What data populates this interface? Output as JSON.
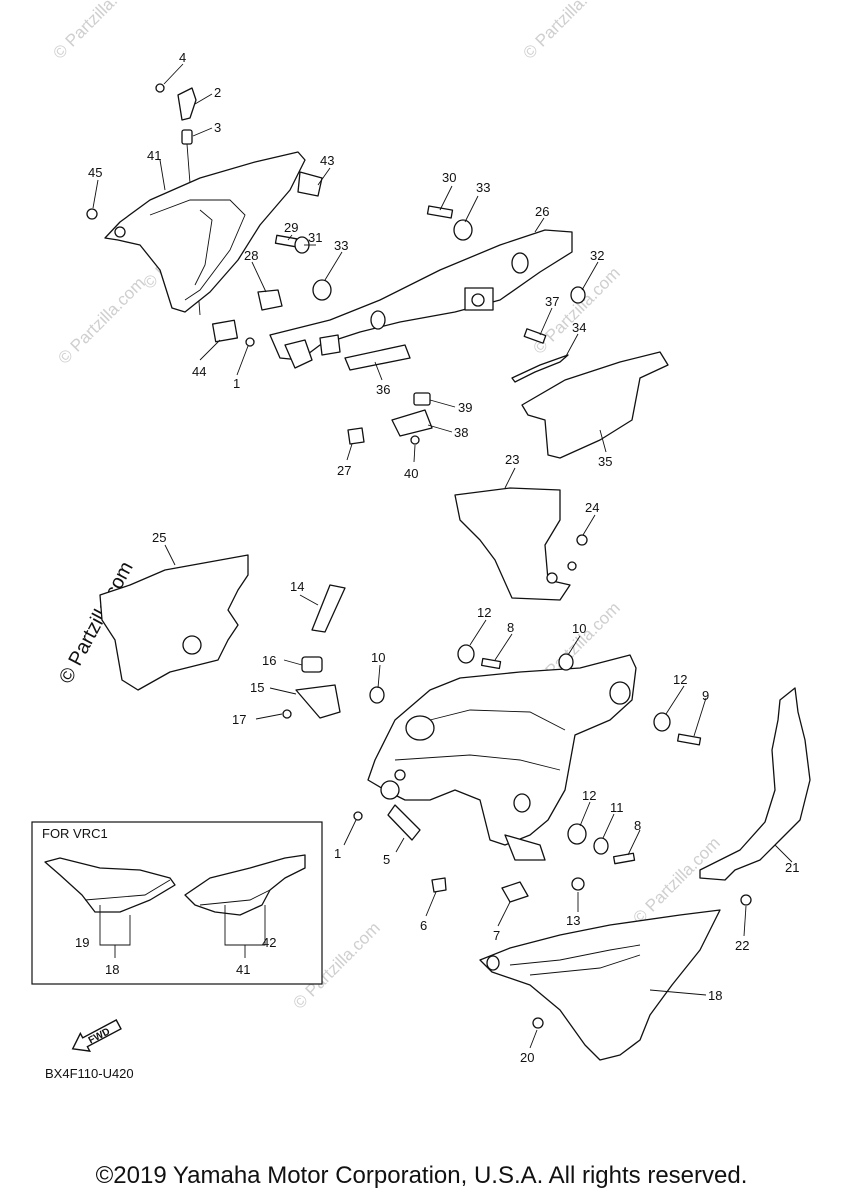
{
  "diagram_code": "BX4F110-U420",
  "variant_box": {
    "title": "FOR  VRC1"
  },
  "watermarks": {
    "main": "© Partzilla.com",
    "faint": "© Partzilla.com"
  },
  "fwd_label": "FWD",
  "copyright": "©2019 Yamaha Motor Corporation, U.S.A. All rights reserved.",
  "callouts": [
    "1",
    "2",
    "3",
    "4",
    "5",
    "6",
    "7",
    "8",
    "9",
    "10",
    "11",
    "12",
    "13",
    "14",
    "15",
    "16",
    "17",
    "18",
    "19",
    "20",
    "21",
    "22",
    "23",
    "24",
    "25",
    "26",
    "27",
    "28",
    "29",
    "30",
    "31",
    "32",
    "33",
    "34",
    "35",
    "36",
    "37",
    "38",
    "39",
    "40",
    "41",
    "42",
    "43",
    "44",
    "45"
  ]
}
